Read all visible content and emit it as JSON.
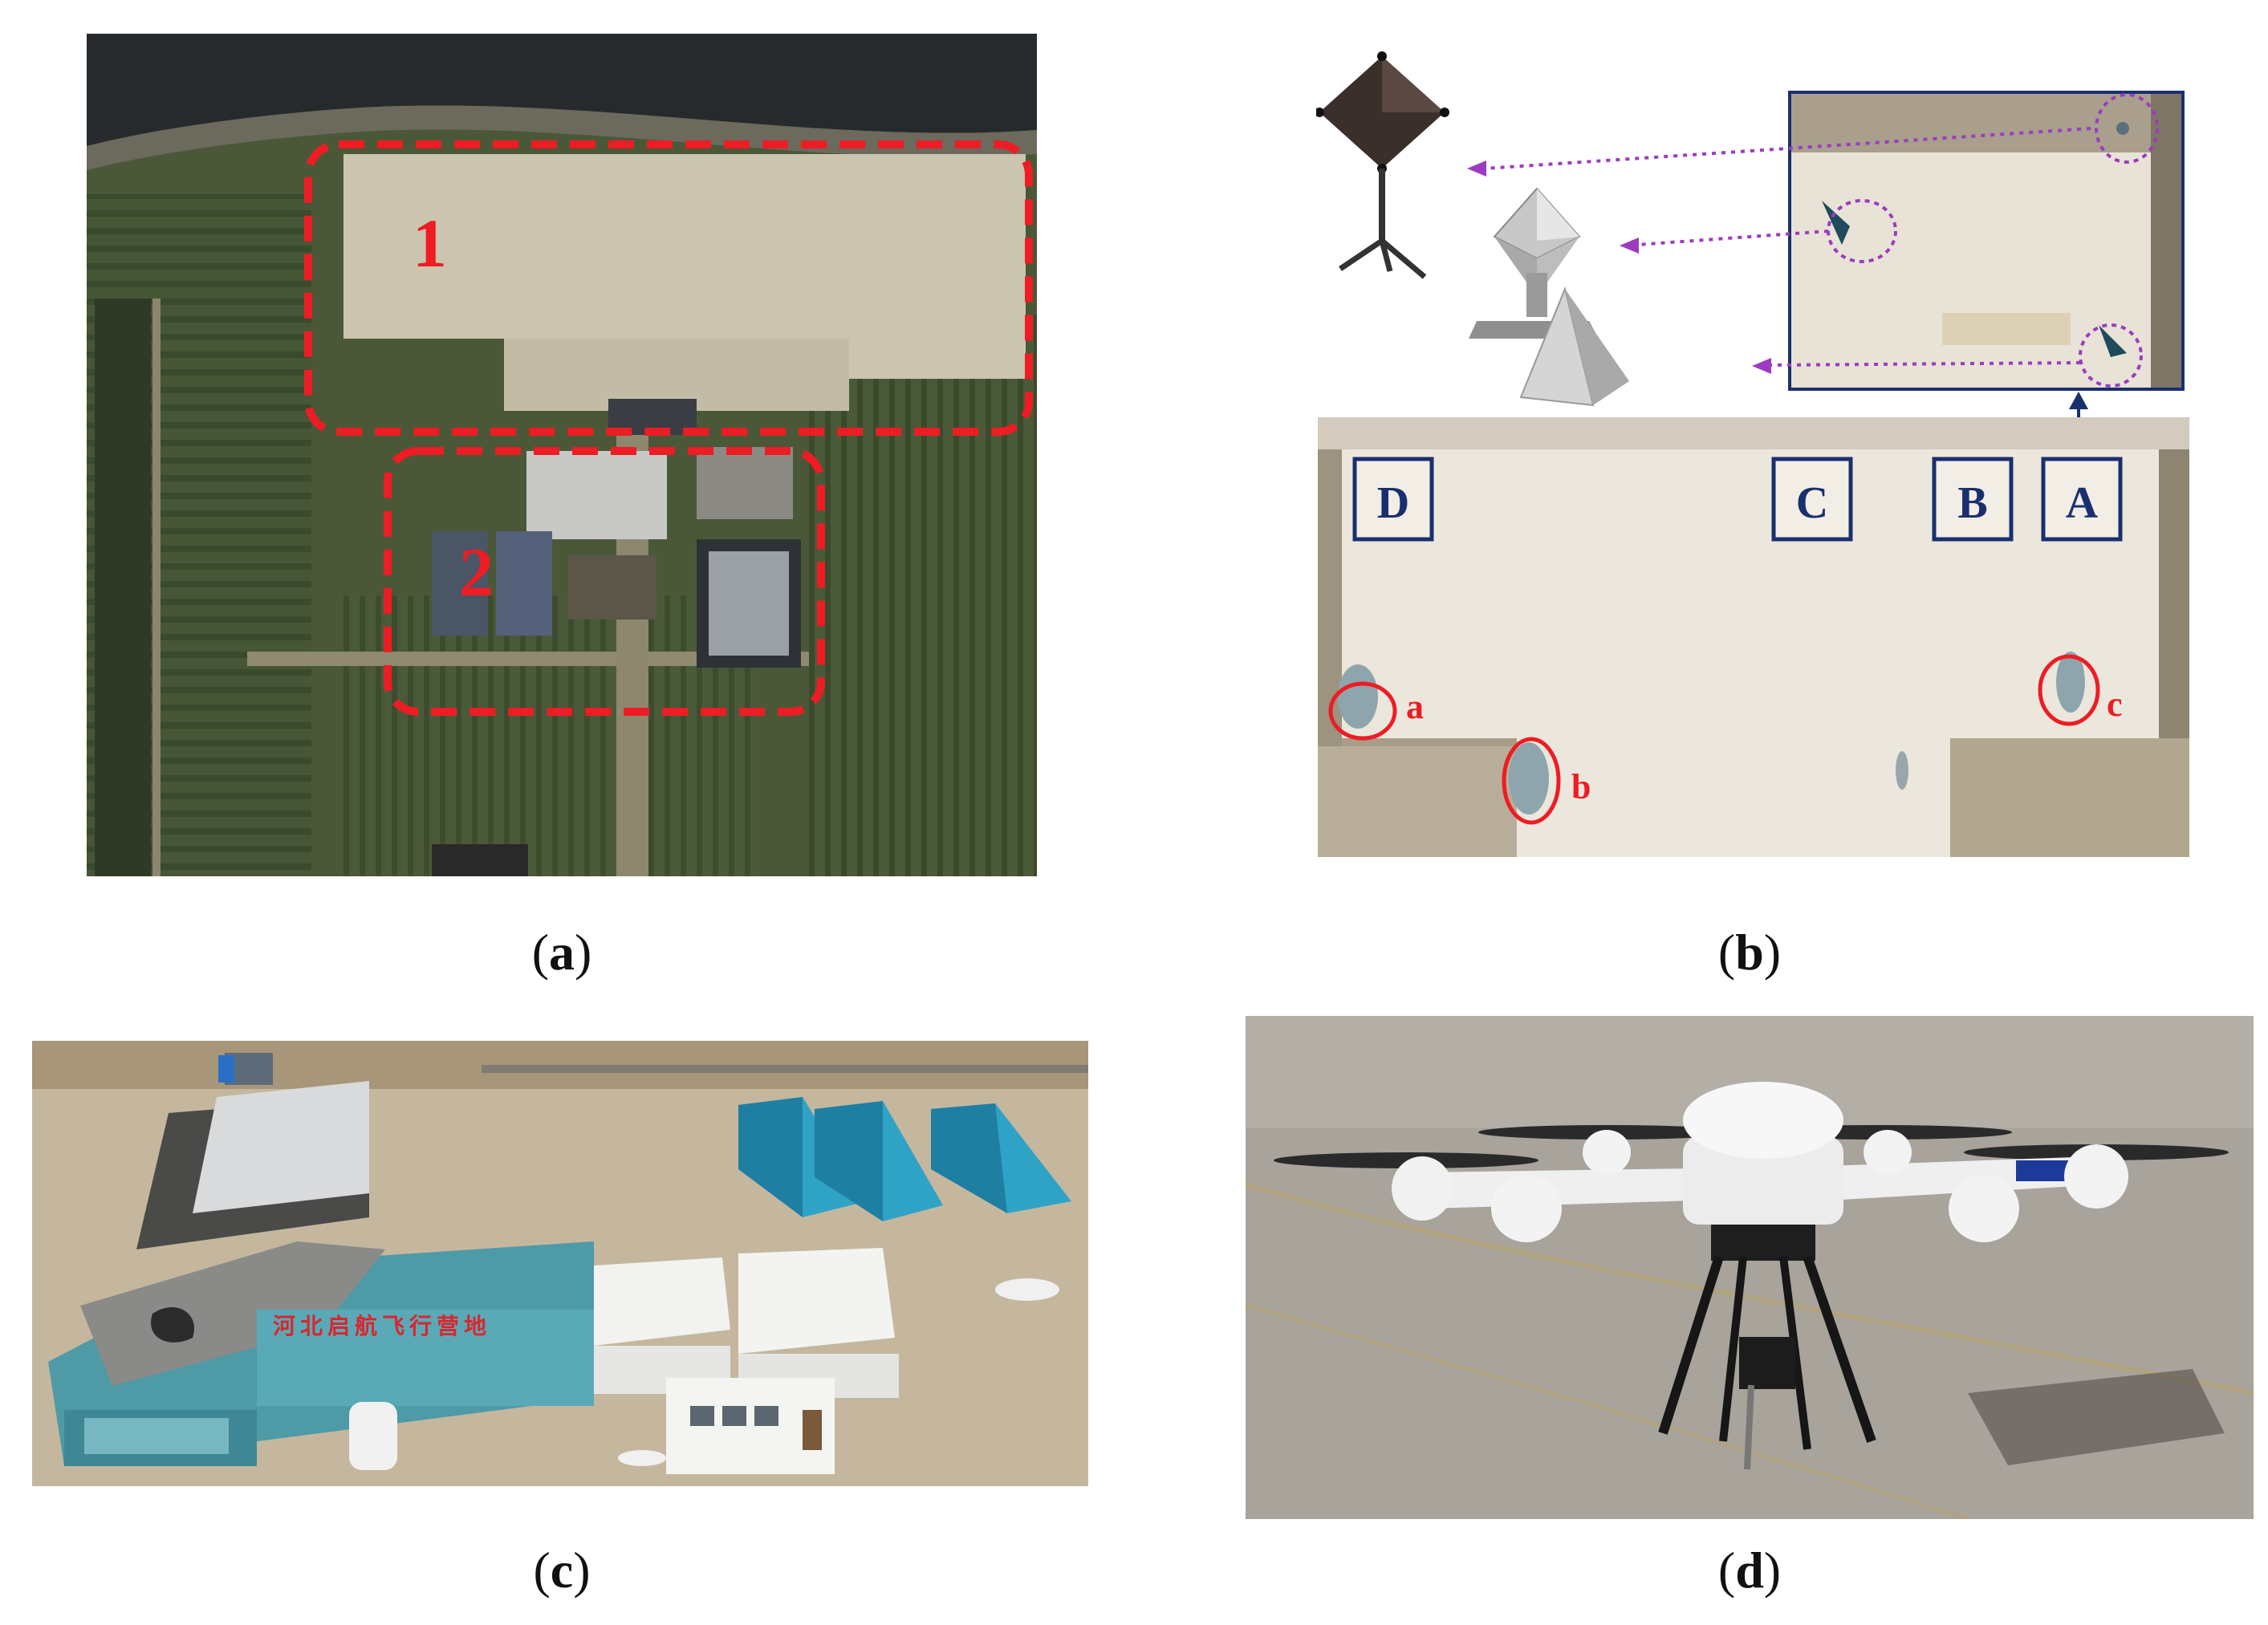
{
  "panel_a": {
    "caption_open": "(",
    "caption_letter": "a",
    "caption_close": ")",
    "region_labels": [
      "1",
      "2"
    ],
    "colors": {
      "dashed_box": "#ee1c24",
      "grass": "#3c4a2e",
      "concrete": "#cfc9b4"
    }
  },
  "panel_b": {
    "caption_open": "(",
    "caption_letter": "b",
    "caption_close": ")",
    "zone_labels": [
      "D",
      "C",
      "B",
      "A"
    ],
    "marker_labels": [
      "a",
      "b",
      "c"
    ],
    "colors": {
      "zone_box": "#1b2f6e",
      "arrow": "#9b3cc0",
      "marker": "#ee1c24"
    }
  },
  "panel_c": {
    "caption_open": "(",
    "caption_letter": "c",
    "caption_close": ")",
    "sign_text": "河北启航飞行营地",
    "colors": {
      "container": "#2fa3c6",
      "sign_text": "#d9262e"
    }
  },
  "panel_d": {
    "caption_open": "(",
    "caption_letter": "d",
    "caption_close": ")",
    "colors": {
      "ground": "#a8a39b",
      "drone_body": "#f3f3f3",
      "stripe": "#1d3a9a"
    }
  }
}
